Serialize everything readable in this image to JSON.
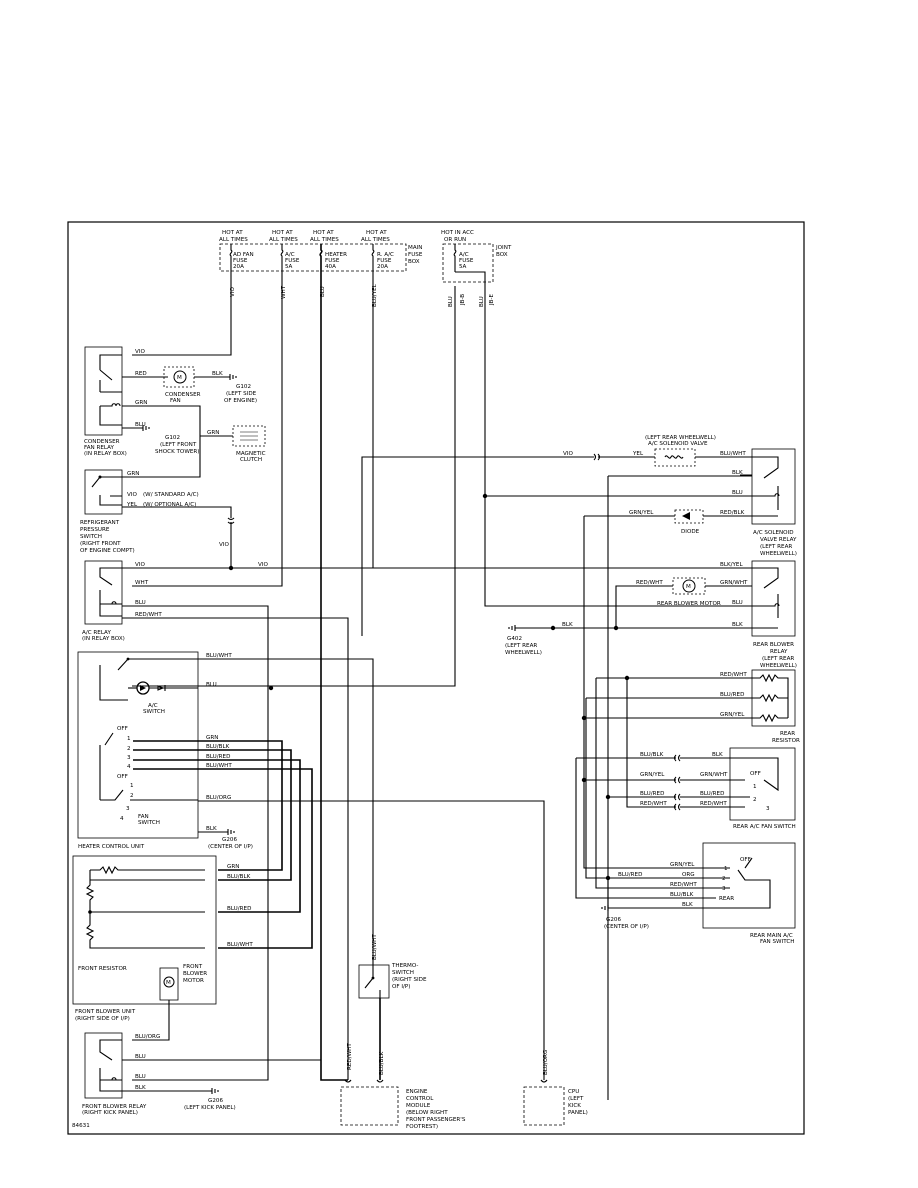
{
  "diagram_code": "84631",
  "fuse_box": {
    "label": [
      "MAIN",
      "FUSE",
      "BOX"
    ],
    "fuses": [
      {
        "hot": [
          "HOT AT",
          "ALL TIMES"
        ],
        "name": [
          "AD FAN",
          "FUSE",
          "20A"
        ]
      },
      {
        "hot": [
          "HOT AT",
          "ALL TIMES"
        ],
        "name": [
          "A/C",
          "FUSE",
          "5A"
        ]
      },
      {
        "hot": [
          "HOT AT",
          "ALL TIMES"
        ],
        "name": [
          "HEATER",
          "FUSE",
          "40A"
        ]
      },
      {
        "hot": [
          "HOT AT",
          "ALL TIMES"
        ],
        "name": [
          "R. A/C",
          "FUSE",
          "20A"
        ]
      }
    ]
  },
  "joint_box": {
    "hot": [
      "HOT IN ACC",
      "OR RUN"
    ],
    "fuse": [
      "A/C",
      "FUSE",
      "5A"
    ],
    "label": [
      "JOINT",
      "BOX"
    ],
    "connectors": [
      "JB-B",
      "JB-E"
    ]
  },
  "wires": {
    "vio": "VIO",
    "wht": "WHT",
    "blu": "BLU",
    "blu_yel": "BLU/YEL",
    "red": "RED",
    "blk": "BLK",
    "grn": "GRN",
    "yel": "YEL",
    "red_wht": "RED/WHT",
    "blu_wht": "BLU/WHT",
    "blu_blk": "BLU/BLK",
    "blu_red": "BLU/RED",
    "blu_org": "BLU/ORG",
    "grn_yel": "GRN/YEL",
    "red_blk": "RED/BLK",
    "blk_yel": "BLK/YEL",
    "grn_wht": "GRN/WHT",
    "org": "ORG"
  },
  "components": {
    "condenser_fan_relay": [
      "CONDENSER",
      "FAN RELAY",
      "(IN RELAY BOX)"
    ],
    "condenser_fan": [
      "CONDENSER",
      "FAN"
    ],
    "g102": [
      "G102",
      "(LEFT SIDE",
      "OF ENGINE)"
    ],
    "g102b": [
      "G102",
      "(LEFT FRONT",
      "SHOCK TOWER)"
    ],
    "magnetic_clutch": [
      "MAGNETIC",
      "CLUTCH"
    ],
    "refrigerant_switch": [
      "REFRIGERANT",
      "PRESSURE",
      "SWITCH",
      "(RIGHT FRONT",
      "OF ENGINE COMPT)"
    ],
    "standard_ac": "(W/ STANDARD A/C)",
    "optional_ac": "(W/ OPTIONAL A/C)",
    "ac_relay": [
      "A/C RELAY",
      "(IN RELAY BOX)"
    ],
    "ac_switch": [
      "A/C",
      "SWITCH"
    ],
    "fan_switch": [
      "FAN",
      "SWITCH"
    ],
    "off": "OFF",
    "heater_control_unit": "HEATER CONTROL UNIT",
    "g206_center": [
      "G206",
      "(CENTER OF I/P)"
    ],
    "front_resistor": "FRONT RESISTOR",
    "front_blower_motor": [
      "FRONT",
      "BLOWER",
      "MOTOR"
    ],
    "front_blower_unit": [
      "FRONT BLOWER UNIT",
      "(RIGHT SIDE OF I/P)"
    ],
    "front_blower_relay": [
      "FRONT BLOWER RELAY",
      "(RIGHT KICK PANEL)"
    ],
    "g206_kick": [
      "G206",
      "(LEFT KICK PANEL)"
    ],
    "thermo_switch": [
      "THERMO-",
      "SWITCH",
      "(RIGHT SIDE",
      "OF I/P)"
    ],
    "ecm": [
      "ENGINE",
      "CONTROL",
      "MODULE",
      "(BELOW RIGHT",
      "FRONT PASSENGER'S",
      "FOOTREST)"
    ],
    "cpu": [
      "CPU",
      "(LEFT",
      "KICK",
      "PANEL)"
    ],
    "ac_solenoid_valve": [
      "(LEFT REAR WHEELWELL)",
      "A/C SOLENOID VALVE"
    ],
    "ac_solenoid_relay": [
      "A/C SOLENOID",
      "VALVE RELAY",
      "(LEFT REAR",
      "WHEELWELL)"
    ],
    "diode": "DIODE",
    "rear_blower_motor": "REAR BLOWER MOTOR",
    "g402": [
      "G402",
      "(LEFT REAR",
      "WHEELWELL)"
    ],
    "rear_blower_relay": [
      "REAR BLOWER",
      "RELAY",
      "(LEFT REAR",
      "WHEELWELL)"
    ],
    "rear_resistor": [
      "REAR",
      "RESISTOR"
    ],
    "rear_ac_fan_switch": "REAR A/C FAN SWITCH",
    "g206_rear": [
      "G206",
      "(CENTER OF I/P)"
    ],
    "rear_main_switch": [
      "REAR MAIN A/C",
      "FAN SWITCH"
    ],
    "rear": "REAR"
  }
}
